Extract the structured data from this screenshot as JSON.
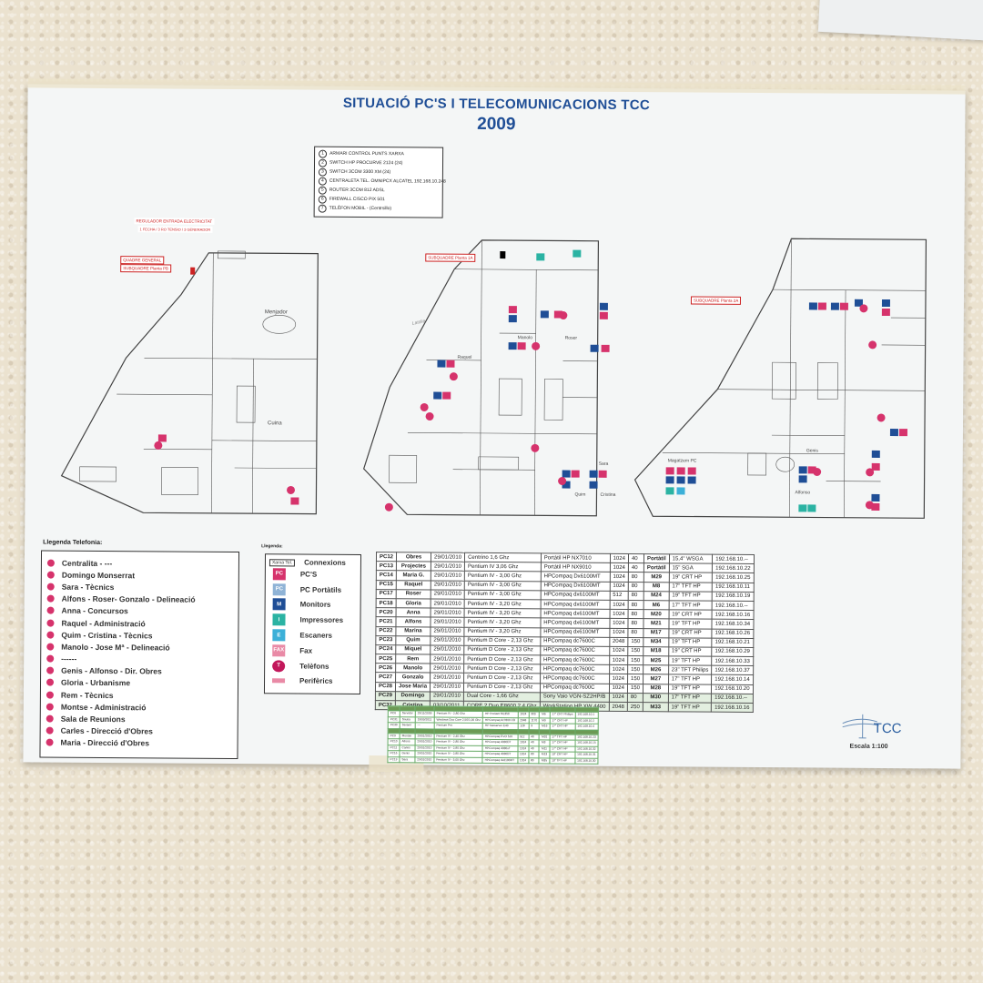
{
  "poster": {
    "title": "SITUACIÓ PC'S I TELECOMUNICACIONS TCC",
    "year": "2009",
    "logo_text": "TCC",
    "scale": "Escala 1:100"
  },
  "equipment_key": [
    {
      "n": "1",
      "text": "ARMARI CONTROL PUNTS XARXA"
    },
    {
      "n": "2",
      "text": "SWITCH HP PROCURVE 2124 (24)"
    },
    {
      "n": "3",
      "text": "SWITCH 3COM 3300 XM (24)"
    },
    {
      "n": "4",
      "text": "CENTRALETA TEL. OMNIPCX ALCATEL 192.168.10.248"
    },
    {
      "n": "5",
      "text": "ROUTER 3COM 812 ADSL"
    },
    {
      "n": "6",
      "text": "FIREWALL CISCO PIX 501"
    },
    {
      "n": "7",
      "text": "TELÈFON MOBIL - (Centrsillo)"
    }
  ],
  "plan_labels": {
    "regulador": "REGULADOR ENTRADA ELECTRICITAT",
    "regulador_sub": "1 FECHA / 3 RO TENSIO / 3 GENERADOR",
    "quadre_general": "QUADRE GENERAL",
    "subquadre_pb": "SUBQUADRE Planta PB",
    "subquadre_1a": "SUBQUADRE Planta 1A",
    "subquadre_2a": "SUBQUADRE Planta 2A",
    "menjador": "Menjador",
    "cuina": "Cuina",
    "manolo": "Manolo",
    "roser": "Roser",
    "raquel": "Raquel",
    "sara": "Sara",
    "quim": "Quim",
    "cristina": "Cristina",
    "genis": "Genis",
    "alfonso": "Alfonso",
    "magatzem": "Magatzem PC",
    "handwritten": "Latolia"
  },
  "telephony": {
    "heading": "Llegenda Telefonia:",
    "items": [
      "Centralita - ---",
      "Domingo Monserrat",
      "Sara - Tècnics",
      "Alfons - Roser- Gonzalo - Delineació",
      "Anna - Concursos",
      "Raquel - Administració",
      "Quim - Cristina - Tècnics",
      "Manolo - Jose Mª - Delineació",
      "------",
      "Genis - Alfonso - Dir. Obres",
      "Gloria - Urbanisme",
      "Rem - Tècnics",
      "Montse - Administració",
      "Sala de Reunions",
      "Carles - Direcció d'Obres",
      "Maria - Direcció d'Obres"
    ]
  },
  "legend": {
    "heading": "Llegenda:",
    "xarxa": "Xarxa",
    "tel": "Tel.",
    "connexions": "Connexions",
    "items": [
      {
        "sym": "PC",
        "label": "PC'S",
        "color": "#d6336c"
      },
      {
        "sym": "PC",
        "label": "PC Portàtils",
        "color": "#8fb3d6"
      },
      {
        "sym": "M",
        "label": "Monitors",
        "color": "#1f4e96"
      },
      {
        "sym": "I",
        "label": "Impressores",
        "color": "#2bb3a3"
      },
      {
        "sym": "E",
        "label": "Escaners",
        "color": "#3cb0d8"
      },
      {
        "sym": "FAX",
        "label": "Fax",
        "color": "#e98aa6"
      },
      {
        "sym": "T",
        "label": "Telèfons",
        "color": "#c2185b"
      },
      {
        "sym": "",
        "label": "Perifèrics",
        "color": "#e98aa6"
      }
    ]
  },
  "pc_table": [
    [
      "PC12",
      "Obres",
      "29/01/2010",
      "Centrino 1,6 Ghz",
      "Portàtil HP NX7010",
      "1024",
      "40",
      "Portàtil",
      "15,4\" WSGA",
      "192.168.10.--"
    ],
    [
      "PC13",
      "Projectes",
      "29/01/2010",
      "Pentium IV 3,06 Ghz",
      "Portàtil HP NX9010",
      "1024",
      "40",
      "Portàtil",
      "15\" SGA",
      "192.168.10.22"
    ],
    [
      "PC14",
      "Maria G.",
      "29/01/2010",
      "Pentium IV - 3,00 Ghz",
      "HPCompaq Dx6100MT",
      "1024",
      "80",
      "M29",
      "19\" CRT HP",
      "192.168.10.25"
    ],
    [
      "PC15",
      "Raquel",
      "29/01/2010",
      "Pentium IV - 3,00 Ghz",
      "HPCompaq Dx6100MT",
      "1024",
      "80",
      "M8",
      "17\" TFT HP",
      "192.168.10.11"
    ],
    [
      "PC17",
      "Roser",
      "29/01/2010",
      "Pentium IV - 3,00 Ghz",
      "HPCompaq dx6100MT",
      "512",
      "80",
      "M24",
      "19\" TFT HP",
      "192.168.10.19"
    ],
    [
      "PC18",
      "Gloria",
      "29/01/2010",
      "Pentium IV - 3,20 Ghz",
      "HPCompaq dx6100MT",
      "1024",
      "80",
      "M6",
      "17\" TFT HP",
      "192.168.10.--"
    ],
    [
      "PC20",
      "Anna",
      "29/01/2010",
      "Pentium IV - 3,20 Ghz",
      "HPCompaq dx6100MT",
      "1024",
      "80",
      "M20",
      "19\" CRT HP",
      "192.168.10.16"
    ],
    [
      "PC21",
      "Alfons",
      "29/01/2010",
      "Pentium IV - 3,20 Ghz",
      "HPCompaq dx6100MT",
      "1024",
      "80",
      "M21",
      "19\" TFT HP",
      "192.168.10.34"
    ],
    [
      "PC22",
      "Marina",
      "29/01/2010",
      "Pentium IV - 3,20 Ghz",
      "HPCompaq dx6100MT",
      "1024",
      "80",
      "M17",
      "19\" CRT HP",
      "192.168.10.26"
    ],
    [
      "PC23",
      "Quim",
      "29/01/2010",
      "Pentium D Core - 2,13 Ghz",
      "HPCompaq dc7600C",
      "2048",
      "150",
      "M34",
      "19\" TFT HP",
      "192.168.10.21"
    ],
    [
      "PC24",
      "Miquel",
      "29/01/2010",
      "Pentium D Core - 2,13 Ghz",
      "HPCompaq dc7600C",
      "1024",
      "150",
      "M18",
      "19\" CRT HP",
      "192.168.10.29"
    ],
    [
      "PC25",
      "Rem",
      "29/01/2010",
      "Pentium D Core - 2,13 Ghz",
      "HPCompaq dc7600C",
      "1024",
      "150",
      "M25",
      "19\" TFT HP",
      "192.168.10.33"
    ],
    [
      "PC26",
      "Manolo",
      "29/01/2010",
      "Pentium D Core - 2,13 Ghz",
      "HPCompaq dc7600C",
      "1024",
      "150",
      "M26",
      "23\" TFT Philips",
      "192.168.10.37"
    ],
    [
      "PC27",
      "Gonzalo",
      "29/01/2010",
      "Pentium D Core - 2,13 Ghz",
      "HPCompaq dc7600C",
      "1024",
      "150",
      "M27",
      "17\" TFT HP",
      "192.168.10.14"
    ],
    [
      "PC28",
      "Jose Maria",
      "29/01/2010",
      "Pentium D Core - 2,13 Ghz",
      "HPCompaq dc7600C",
      "1024",
      "150",
      "M28",
      "19\" TFT HP",
      "192.168.10.20"
    ],
    [
      "PC29",
      "Domingo",
      "29/01/2010",
      "Dual Core - 1,66 Ghz",
      "Sony Vaio VGN-SZ2HP/B",
      "1024",
      "80",
      "M30",
      "17\" TFT HP",
      "192.168.10.--"
    ],
    [
      "PC32",
      "Cristina",
      "03/10/2011",
      "CORE 2 Duo E8600 2,4 Ghz",
      "WorkStation HP XW 4400",
      "2048",
      "250",
      "M33",
      "19\" TFT HP",
      "192.168.10.16"
    ]
  ],
  "small_table": [
    [
      "PC6",
      "Servidor",
      "29/11/2009",
      "Pentium IV - 2,80 Ghz",
      "HP Proliant ML350",
      "1024",
      "300",
      "M6",
      "17\" CRT Phillips",
      "192.168.10.1"
    ],
    [
      "PC31",
      "Snutia",
      "19/09/2011",
      "Windows Duo Core 2,50/1,00 Ghz",
      "HPCompaq dc7800 CD",
      "2048",
      "1170",
      "M9",
      "17\" CRT HP",
      "192.168.10.2"
    ],
    [
      "PC30",
      "Seraeri",
      "---",
      "Pentium Pro",
      "HP Netserver E40",
      "128",
      "3",
      "M16",
      "17\" CRT HP",
      "192.168.10.4"
    ],
    [
      "PC9",
      "Montse",
      "29/01/2010",
      "Pentium IV - 2,40 Ghz",
      "HPCompaq EVO 510",
      "512",
      "40",
      "M31",
      "17\" TFT HP",
      "192.168.10.23"
    ],
    [
      "PC10",
      "Alfons",
      "29/01/2010",
      "Pentium IV - 2,80 Ghz",
      "HPCompaq d330DT",
      "1024",
      "40",
      "M3",
      "17\" CRT HP",
      "192.168.10.15"
    ],
    [
      "PC11",
      "Carles",
      "29/01/2010",
      "Pentium IV - 2,80 Ghz",
      "HPCompaq d330uT",
      "1024",
      "40",
      "M11",
      "17\" CRT HP",
      "192.168.10.32"
    ],
    [
      "PC16",
      "Genis",
      "29/01/2010",
      "Pentium IV - 2,80 Ghz",
      "HPCompaq d330DT",
      "1024",
      "80",
      "M13",
      "19\" CRT HP",
      "192.168.10.31"
    ],
    [
      "PC19",
      "Sara",
      "29/01/2010",
      "Pentium IV - 3,00 Ghz",
      "HPCompaq dx6100MT",
      "1024",
      "80",
      "M35",
      "19\" TFT HP",
      "192.168.10.30"
    ]
  ]
}
